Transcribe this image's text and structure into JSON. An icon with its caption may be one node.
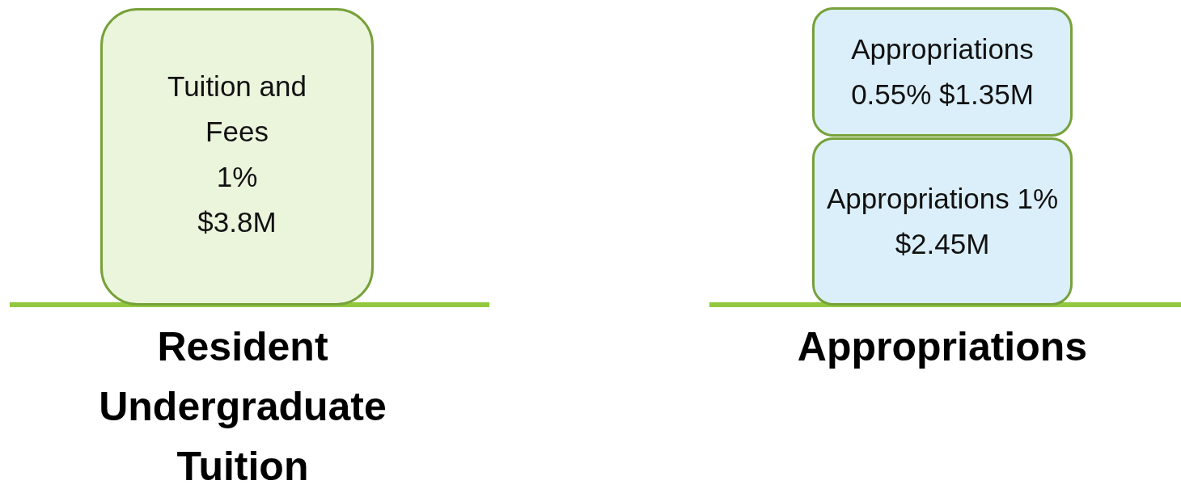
{
  "diagram": {
    "nodes": [
      {
        "text": [
          "Tuition and Fees",
          "1%",
          "$3.8M"
        ]
      },
      {
        "text": [
          "Appropriations 0.55% $1.35M"
        ]
      },
      {
        "text": [
          "Appropriations 1% $2.45M"
        ]
      }
    ],
    "labels": [
      "Resident Undergraduate Tuition",
      "Appropriations"
    ]
  }
}
